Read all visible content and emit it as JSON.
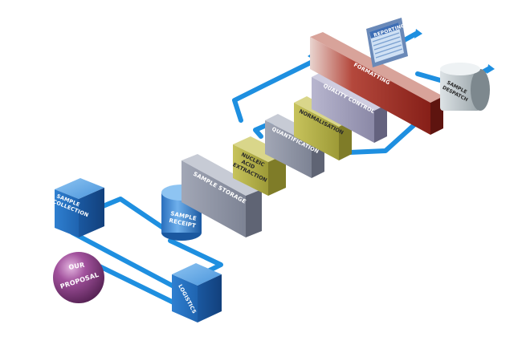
{
  "labels": {
    "sample_collection_1": "SAMPLE",
    "sample_collection_2": "COLLECTION",
    "our_proposal_1": "OUR",
    "our_proposal_2": "PROPOSAL",
    "logistics": "LOGISTICS",
    "sample_receipt_1": "SAMPLE",
    "sample_receipt_2": "RECEIPT",
    "sample_storage": "SAMPLE STORAGE",
    "nucleic_1": "NUCLEIC",
    "nucleic_2": "ACID",
    "nucleic_3": "EXTRACTION",
    "quantification": "QUANTIFICATION",
    "normalisation": "NORMALISATION",
    "quality_control": "QUALITY CONTROL",
    "formatting": "FORMATTING",
    "reporting": "REPORTING",
    "sample_despatch_1": "SAMPLE",
    "sample_despatch_2": "DESPATCH"
  },
  "colors": {
    "pipe": "#1e8fe0",
    "pipe_dark": "#0a63b0",
    "blue_box": "#2f7fd0",
    "grey_box": "#8a90a0",
    "olive_box": "#b7b34a",
    "lavender_box": "#9a98b6",
    "red_box": "#a12a22",
    "purple_sphere": "#8a3f86"
  }
}
